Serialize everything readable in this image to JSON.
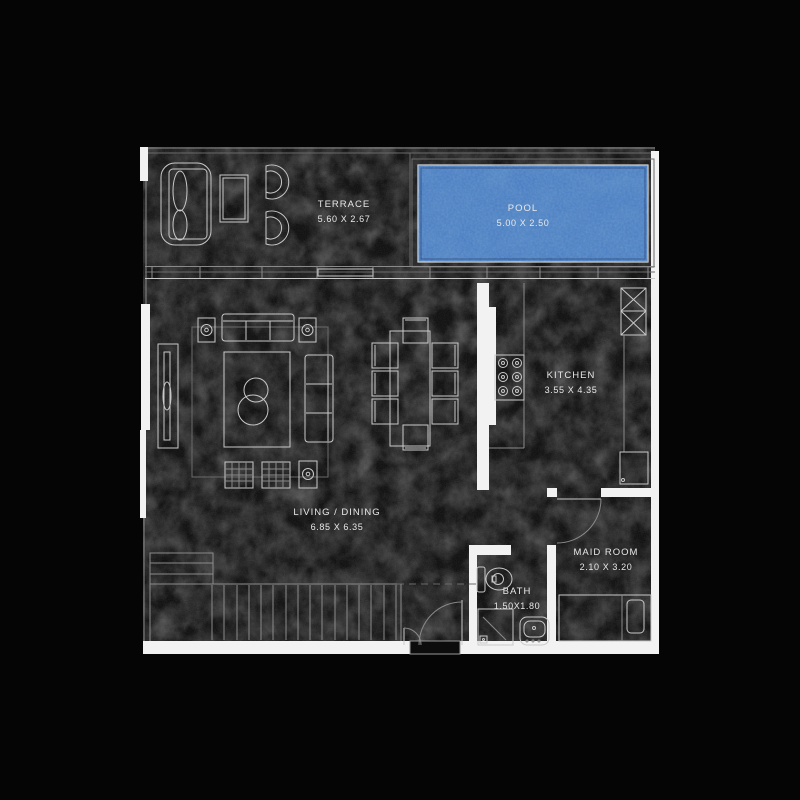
{
  "plan": {
    "title": "apartment-floor-plan",
    "rooms": {
      "terrace": {
        "name": "TERRACE",
        "dims": "5.60 X 2.67"
      },
      "pool": {
        "name": "POOL",
        "dims": "5.00 X 2.50"
      },
      "kitchen": {
        "name": "KITCHEN",
        "dims": "3.55 X 4.35"
      },
      "living_dining": {
        "name": "LIVING / DINING",
        "dims": "6.85 X 6.35"
      },
      "maid_room": {
        "name": "MAID ROOM",
        "dims": "2.10 X 3.20"
      },
      "bath": {
        "name": "BATH",
        "dims": "1.50X1.80"
      }
    },
    "colors": {
      "background": "#050505",
      "floor": "#111111",
      "line": "#c9c9c9",
      "wall": "#f2f2f2",
      "pool_water": "#4d80c3",
      "label_text": "#e8e8e8"
    }
  }
}
